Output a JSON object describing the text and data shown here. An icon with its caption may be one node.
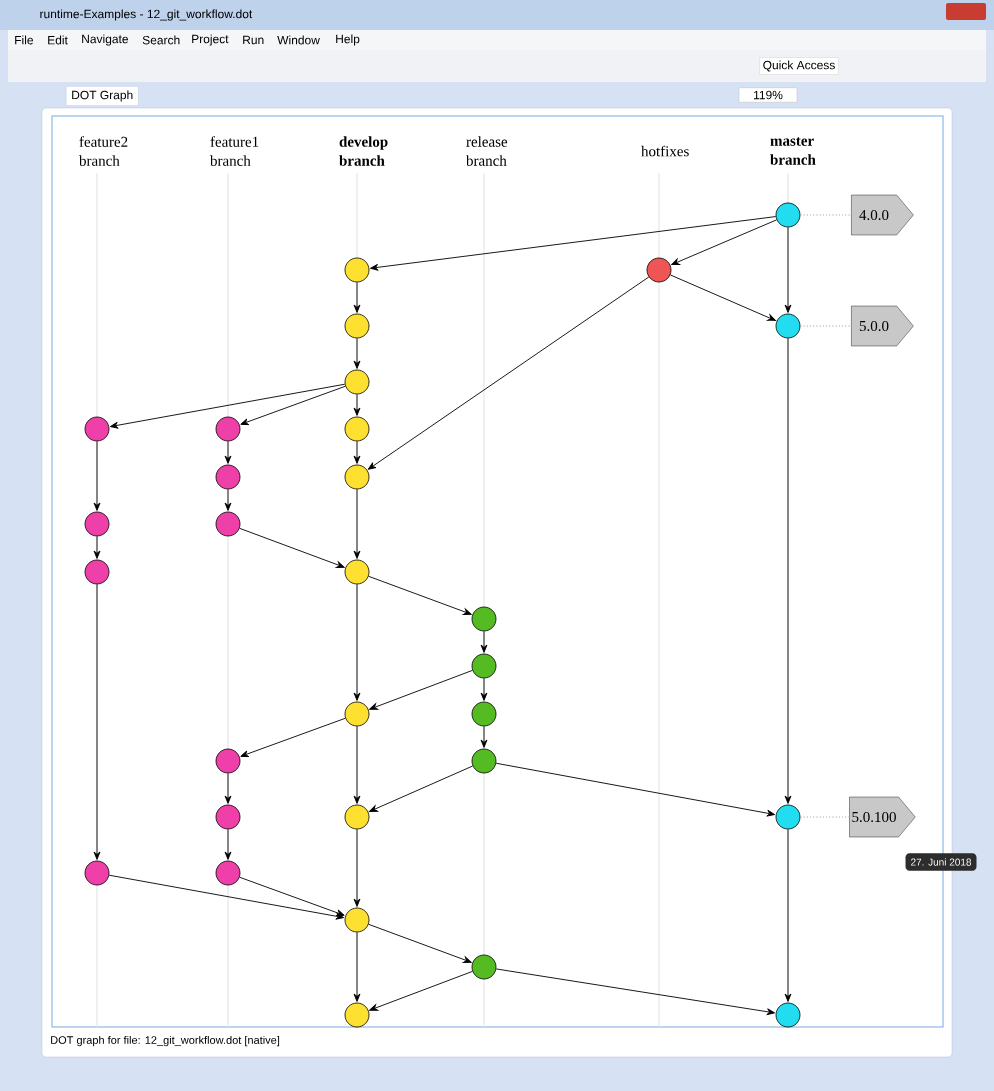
{
  "diagram": {
    "nodes": [
      {
        "text": [],
        "shape": "circle"
      },
      {
        "text": [
          "4.0.0"
        ]
      },
      {
        "text": [],
        "shape": "circle"
      },
      {
        "text": [],
        "shape": "circle"
      },
      {
        "text": [],
        "shape": "circle"
      },
      {
        "text": [],
        "shape": "circle"
      },
      {
        "text": [
          "5.0.0"
        ]
      },
      {
        "text": [],
        "shape": "circle"
      },
      {
        "text": [],
        "shape": "circle"
      },
      {
        "text": [],
        "shape": "circle"
      },
      {
        "text": [],
        "shape": "circle"
      },
      {
        "text": [],
        "shape": "circle"
      },
      {
        "text": [],
        "shape": "circle"
      },
      {
        "text": [],
        "shape": "circle"
      },
      {
        "text": [],
        "shape": "circle"
      },
      {
        "text": [],
        "shape": "circle"
      },
      {
        "text": [],
        "shape": "circle"
      },
      {
        "text": [],
        "shape": "circle"
      },
      {
        "text": [],
        "shape": "circle"
      },
      {
        "text": [],
        "shape": "circle"
      },
      {
        "text": [],
        "shape": "circle"
      },
      {
        "text": [],
        "shape": "circle"
      },
      {
        "text": [],
        "shape": "circle"
      },
      {
        "text": [],
        "shape": "circle"
      },
      {
        "text": [],
        "shape": "circle"
      },
      {
        "text": [],
        "shape": "circle"
      },
      {
        "text": [
          "5.0.100"
        ]
      },
      {
        "text": [],
        "shape": "circle"
      },
      {
        "text": [],
        "shape": "circle"
      },
      {
        "text": [],
        "shape": "circle"
      },
      {
        "text": [],
        "shape": "circle"
      },
      {
        "text": [],
        "shape": "circle"
      },
      {
        "text": [],
        "shape": "circle"
      }
    ],
    "edges": [
      {
        "from": 0,
        "to": 1,
        "arrow": "none",
        "style": "dashed",
        "color": "#aaaaaa"
      },
      {
        "from": 5,
        "to": 6,
        "arrow": "none",
        "style": "dashed",
        "color": "#aaaaaa"
      },
      {
        "from": 25,
        "to": 26,
        "arrow": "none",
        "style": "dashed",
        "color": "#aaaaaa"
      },
      {
        "from": 0,
        "to": 2,
        "arrow": "to"
      },
      {
        "from": 0,
        "to": 3,
        "arrow": "to"
      },
      {
        "from": 0,
        "to": 5,
        "arrow": "to"
      },
      {
        "from": 3,
        "to": 5,
        "arrow": "to"
      },
      {
        "from": 3,
        "to": 12,
        "arrow": "to"
      },
      {
        "from": 2,
        "to": 4,
        "arrow": "to"
      },
      {
        "from": 4,
        "to": 7,
        "arrow": "to"
      },
      {
        "from": 7,
        "to": 10,
        "arrow": "to"
      },
      {
        "from": 7,
        "to": 8,
        "arrow": "to"
      },
      {
        "from": 7,
        "to": 9,
        "arrow": "to"
      },
      {
        "from": 10,
        "to": 12,
        "arrow": "to"
      },
      {
        "from": 9,
        "to": 11,
        "arrow": "to"
      },
      {
        "from": 11,
        "to": 14,
        "arrow": "to"
      },
      {
        "from": 14,
        "to": 16,
        "arrow": "to"
      },
      {
        "from": 12,
        "to": 16,
        "arrow": "to"
      },
      {
        "from": 16,
        "to": 17,
        "arrow": "to"
      },
      {
        "from": 8,
        "to": 13,
        "arrow": "to"
      },
      {
        "from": 13,
        "to": 15,
        "arrow": "to"
      },
      {
        "from": 15,
        "to": 27,
        "arrow": "to"
      },
      {
        "from": 17,
        "to": 18,
        "arrow": "to"
      },
      {
        "from": 18,
        "to": 20,
        "arrow": "to"
      },
      {
        "from": 20,
        "to": 22,
        "arrow": "to"
      },
      {
        "from": 18,
        "to": 19,
        "arrow": "to"
      },
      {
        "from": 16,
        "to": 19,
        "arrow": "to"
      },
      {
        "from": 19,
        "to": 21,
        "arrow": "to"
      },
      {
        "from": 21,
        "to": 23,
        "arrow": "to"
      },
      {
        "from": 23,
        "to": 28,
        "arrow": "to"
      },
      {
        "from": 19,
        "to": 24,
        "arrow": "to"
      },
      {
        "from": 22,
        "to": 24,
        "arrow": "to"
      },
      {
        "from": 22,
        "to": 25,
        "arrow": "to"
      },
      {
        "from": 5,
        "to": 25,
        "arrow": "to"
      },
      {
        "from": 24,
        "to": 29,
        "arrow": "to"
      },
      {
        "from": 27,
        "to": 29,
        "arrow": "to"
      },
      {
        "from": 28,
        "to": 29,
        "arrow": "to"
      },
      {
        "from": 29,
        "to": 30,
        "arrow": "to"
      },
      {
        "from": 29,
        "to": 31,
        "arrow": "to"
      },
      {
        "from": 30,
        "to": 31,
        "arrow": "to"
      },
      {
        "from": 30,
        "to": 32,
        "arrow": "to"
      },
      {
        "from": 25,
        "to": 32,
        "arrow": "to"
      }
    ],
    "labels": [
      "runtime-Examples - 12_git_workflow.dot",
      "File",
      "Edit",
      "Navigate",
      "Search",
      "Project",
      "Run",
      "Window",
      "Help",
      "Quick Access",
      "DOT Graph",
      "119%",
      "feature2 branch",
      "feature1 branch",
      "develop branch",
      "release branch",
      "hotfixes",
      "master branch",
      "DOT graph for file: 12_git_workflow.dot [native]",
      "27. Juni 2018"
    ]
  }
}
